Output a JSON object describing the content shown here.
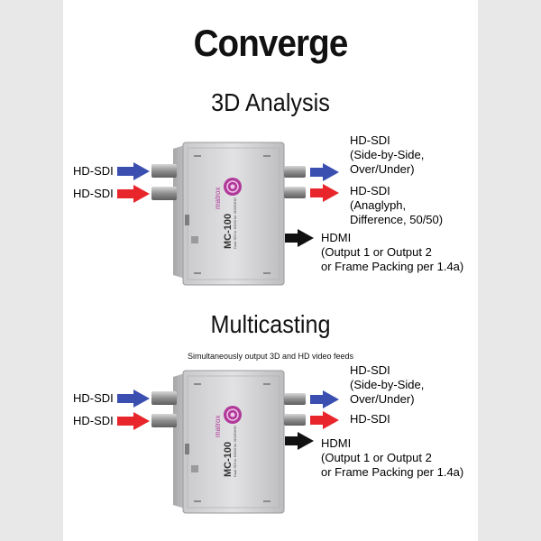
{
  "title": "Converge",
  "sections": [
    {
      "heading": "3D Analysis",
      "subtitle": "",
      "inputs": [
        "HD-SDI",
        "HD-SDI"
      ],
      "outputs": [
        {
          "lines": [
            "HD-SDI",
            "(Side-by-Side,",
            "Over/Under)"
          ],
          "arrow": "blue"
        },
        {
          "lines": [
            "HD-SDI",
            "(Anaglyph,",
            "Difference, 50/50)"
          ],
          "arrow": "red"
        },
        {
          "lines": [
            "HDMI",
            "(Output 1 or Output 2",
            "or Frame Packing per 1.4a)"
          ],
          "arrow": "black"
        }
      ]
    },
    {
      "heading": "Multicasting",
      "subtitle": "Simultaneously output 3D and HD video feeds",
      "inputs": [
        "HD-SDI",
        "HD-SDI"
      ],
      "outputs": [
        {
          "lines": [
            "HD-SDI",
            "(Side-by-Side,",
            "Over/Under)"
          ],
          "arrow": "blue"
        },
        {
          "lines": [
            "HD-SDI"
          ],
          "arrow": "red"
        },
        {
          "lines": [
            "HDMI",
            "(Output 1 or Output 2",
            "or Frame Packing per 1.4a)"
          ],
          "arrow": "black"
        }
      ]
    }
  ],
  "device": {
    "brand": "matrox",
    "model": "MC-100",
    "caption": "Dual SDI to HDMI for 3D/2D/HD"
  },
  "colors": {
    "blue_arrow": "#3a4fb0",
    "red_arrow": "#e8252a",
    "black_arrow": "#111111",
    "logo_magenta": "#b03a9a"
  }
}
